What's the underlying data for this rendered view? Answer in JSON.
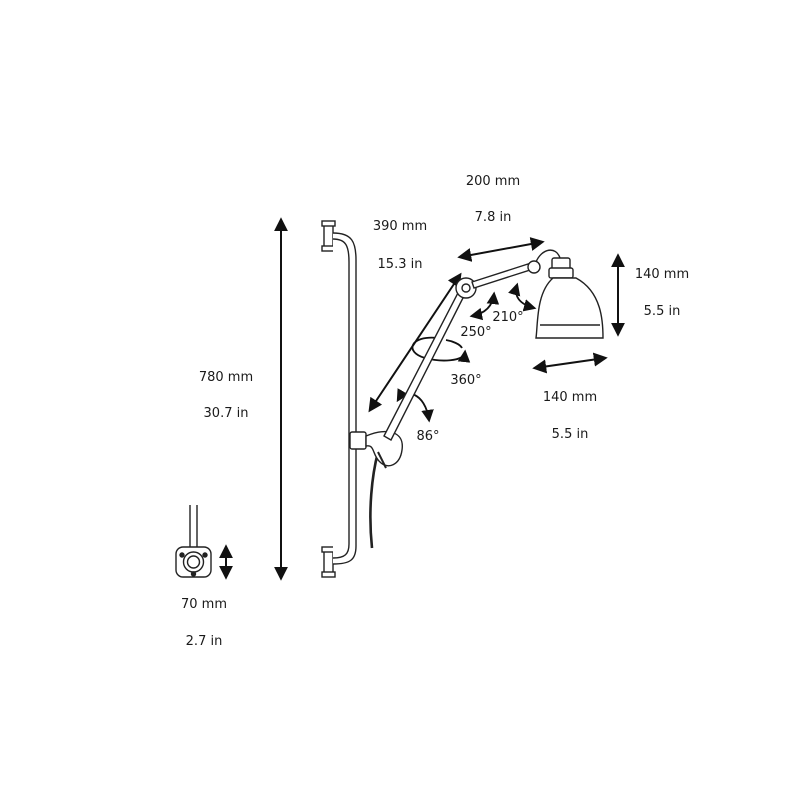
{
  "dimensions": {
    "total_height": {
      "metric": "780 mm",
      "imperial": "30.7 in"
    },
    "lower_arm": {
      "metric": "390 mm",
      "imperial": "15.3 in"
    },
    "upper_arm": {
      "metric": "200 mm",
      "imperial": "7.8 in"
    },
    "shade_height": {
      "metric": "140 mm",
      "imperial": "5.5 in"
    },
    "shade_width": {
      "metric": "140 mm",
      "imperial": "5.5 in"
    },
    "base_plate": {
      "metric": "70 mm",
      "imperial": "2.7 in"
    }
  },
  "rotations": {
    "elbow": "250°",
    "shade_joint": "210°",
    "arm_spin": "360°",
    "shoulder": "86°"
  }
}
